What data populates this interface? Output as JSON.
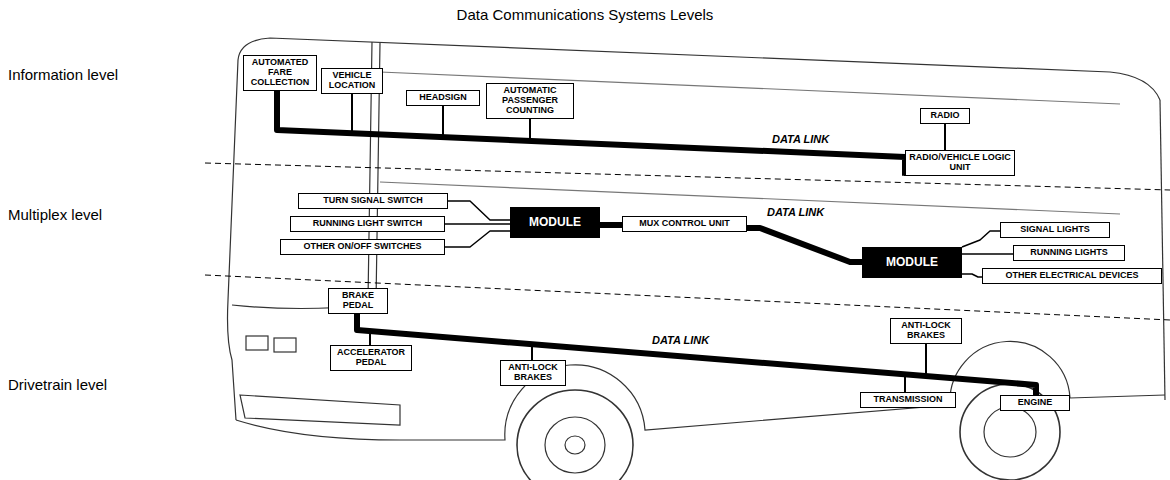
{
  "diagram": {
    "title": "Data Communications Systems Levels",
    "nodes": [
      {
        "text": [
          "AUTOMATED FARE COLLECTION"
        ]
      },
      {
        "text": [
          "VEHICLE LOCATION"
        ]
      },
      {
        "text": [
          "HEADSIGN"
        ]
      },
      {
        "text": [
          "AUTOMATIC PASSENGER COUNTING"
        ]
      },
      {
        "text": [
          "RADIO"
        ]
      },
      {
        "text": [
          "RADIO/VEHICLE LOGIC UNIT"
        ]
      },
      {
        "text": [
          "TURN SIGNAL SWITCH"
        ]
      },
      {
        "text": [
          "RUNNING LIGHT SWITCH"
        ]
      },
      {
        "text": [
          "OTHER ON/OFF SWITCHES"
        ]
      },
      {
        "text": [
          "MODULE"
        ]
      },
      {
        "text": [
          "MUX CONTROL UNIT"
        ]
      },
      {
        "text": [
          "MODULE"
        ]
      },
      {
        "text": [
          "SIGNAL LIGHTS"
        ]
      },
      {
        "text": [
          "RUNNING LIGHTS"
        ]
      },
      {
        "text": [
          "OTHER ELECTRICAL DEVICES"
        ]
      },
      {
        "text": [
          "BRAKE PEDAL"
        ]
      },
      {
        "text": [
          "ACCELERATOR PEDAL"
        ]
      },
      {
        "text": [
          "ANTI-LOCK BRAKES"
        ]
      },
      {
        "text": [
          "ANTI-LOCK BRAKES"
        ]
      },
      {
        "text": [
          "TRANSMISSION"
        ]
      },
      {
        "text": [
          "ENGINE"
        ]
      }
    ],
    "edges": [
      {
        "from": 0,
        "to": 5,
        "arrow": "none"
      },
      {
        "from": 1,
        "to": 5,
        "arrow": "none"
      },
      {
        "from": 2,
        "to": 5,
        "arrow": "none"
      },
      {
        "from": 3,
        "to": 5,
        "arrow": "none"
      },
      {
        "from": 4,
        "to": 5,
        "arrow": "none"
      },
      {
        "from": 6,
        "to": 9,
        "arrow": "none"
      },
      {
        "from": 7,
        "to": 9,
        "arrow": "none"
      },
      {
        "from": 8,
        "to": 9,
        "arrow": "none"
      },
      {
        "from": 9,
        "to": 10,
        "arrow": "none"
      },
      {
        "from": 10,
        "to": 11,
        "arrow": "none"
      },
      {
        "from": 11,
        "to": 12,
        "arrow": "none"
      },
      {
        "from": 11,
        "to": 13,
        "arrow": "none"
      },
      {
        "from": 11,
        "to": 14,
        "arrow": "none"
      },
      {
        "from": 15,
        "to": 20,
        "arrow": "none"
      },
      {
        "from": 16,
        "to": 20,
        "arrow": "none"
      },
      {
        "from": 17,
        "to": 20,
        "arrow": "none"
      },
      {
        "from": 18,
        "to": 20,
        "arrow": "none"
      },
      {
        "from": 19,
        "to": 20,
        "arrow": "none"
      }
    ],
    "labels": [
      "Information level",
      "Multiplex level",
      "Drivetrain level",
      "DATA LINK",
      "DATA LINK",
      "DATA LINK"
    ]
  }
}
